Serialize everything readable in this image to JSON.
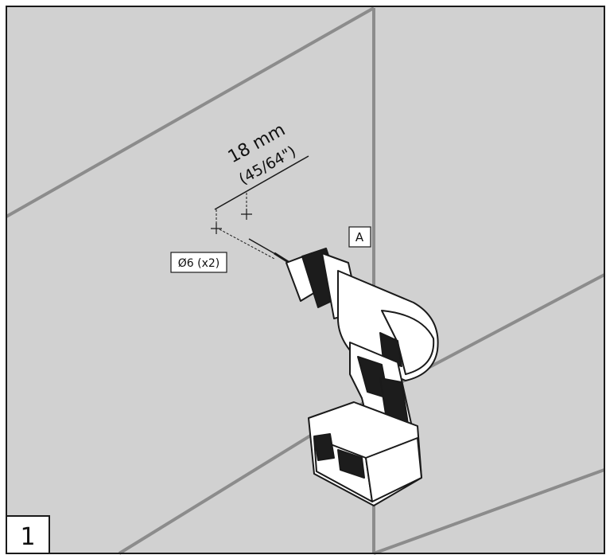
{
  "dimension": {
    "value": "18 mm",
    "imperial": "(45/64\")"
  },
  "drill_bit_label": "Ø6 (x2)",
  "wall_label": "A",
  "step_number": "1",
  "colors": {
    "wall": "#d1d1d1",
    "line": "#1a1a1a",
    "tile_seam": "#8c8c8c",
    "drill_body": "#ffffff",
    "drill_dark": "#1c1c1c"
  }
}
